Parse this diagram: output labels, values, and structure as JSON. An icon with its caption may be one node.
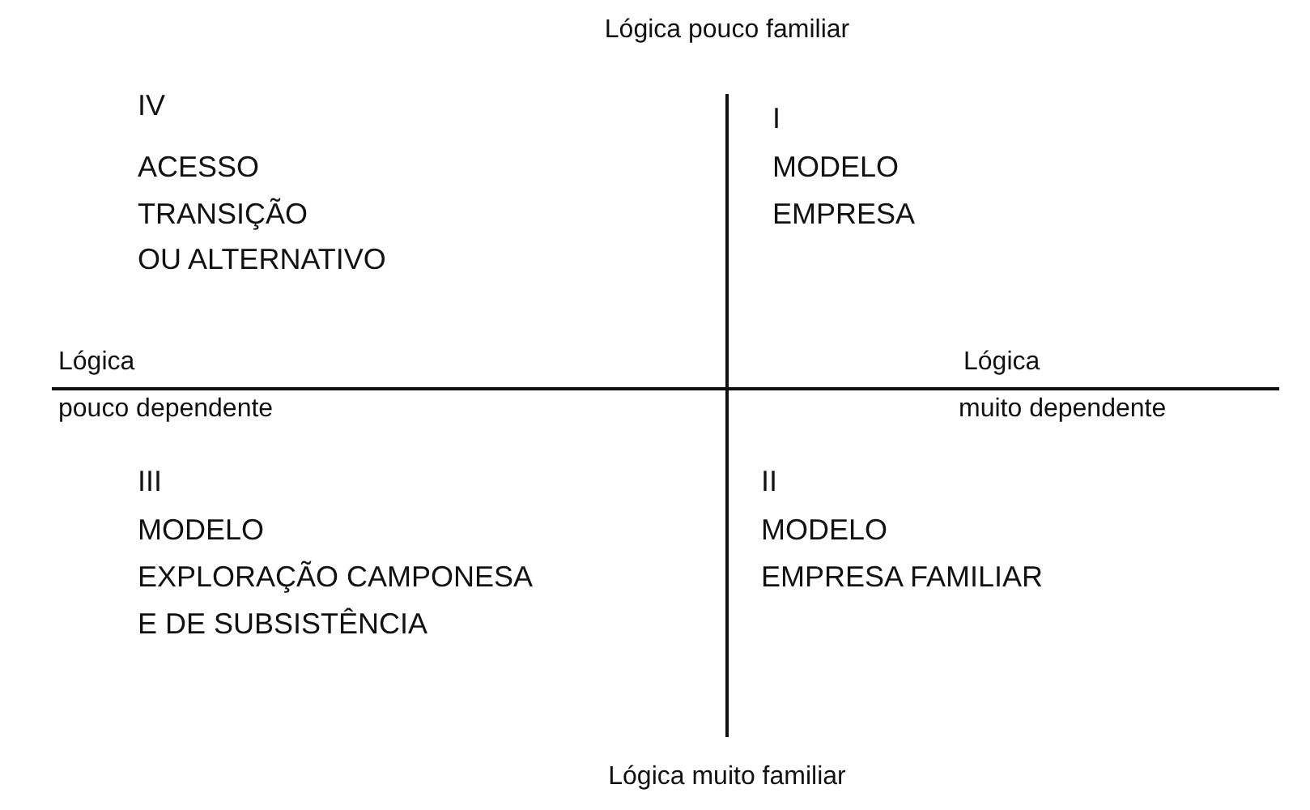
{
  "diagram": {
    "labels": [
      "Lógica pouco familiar",
      "IV",
      "ACESSO",
      "TRANSIÇÃO",
      "OU ALTERNATIVO",
      "I",
      "MODELO",
      "EMPRESA",
      "Lógica",
      "pouco dependente",
      "Lógica",
      "muito dependente",
      "III",
      "MODELO",
      "EXPLORAÇÃO CAMPONESA",
      "E DE SUBSISTÊNCIA",
      "II",
      "MODELO",
      "EMPRESA FAMILIAR",
      "Lógica muito familiar"
    ]
  }
}
